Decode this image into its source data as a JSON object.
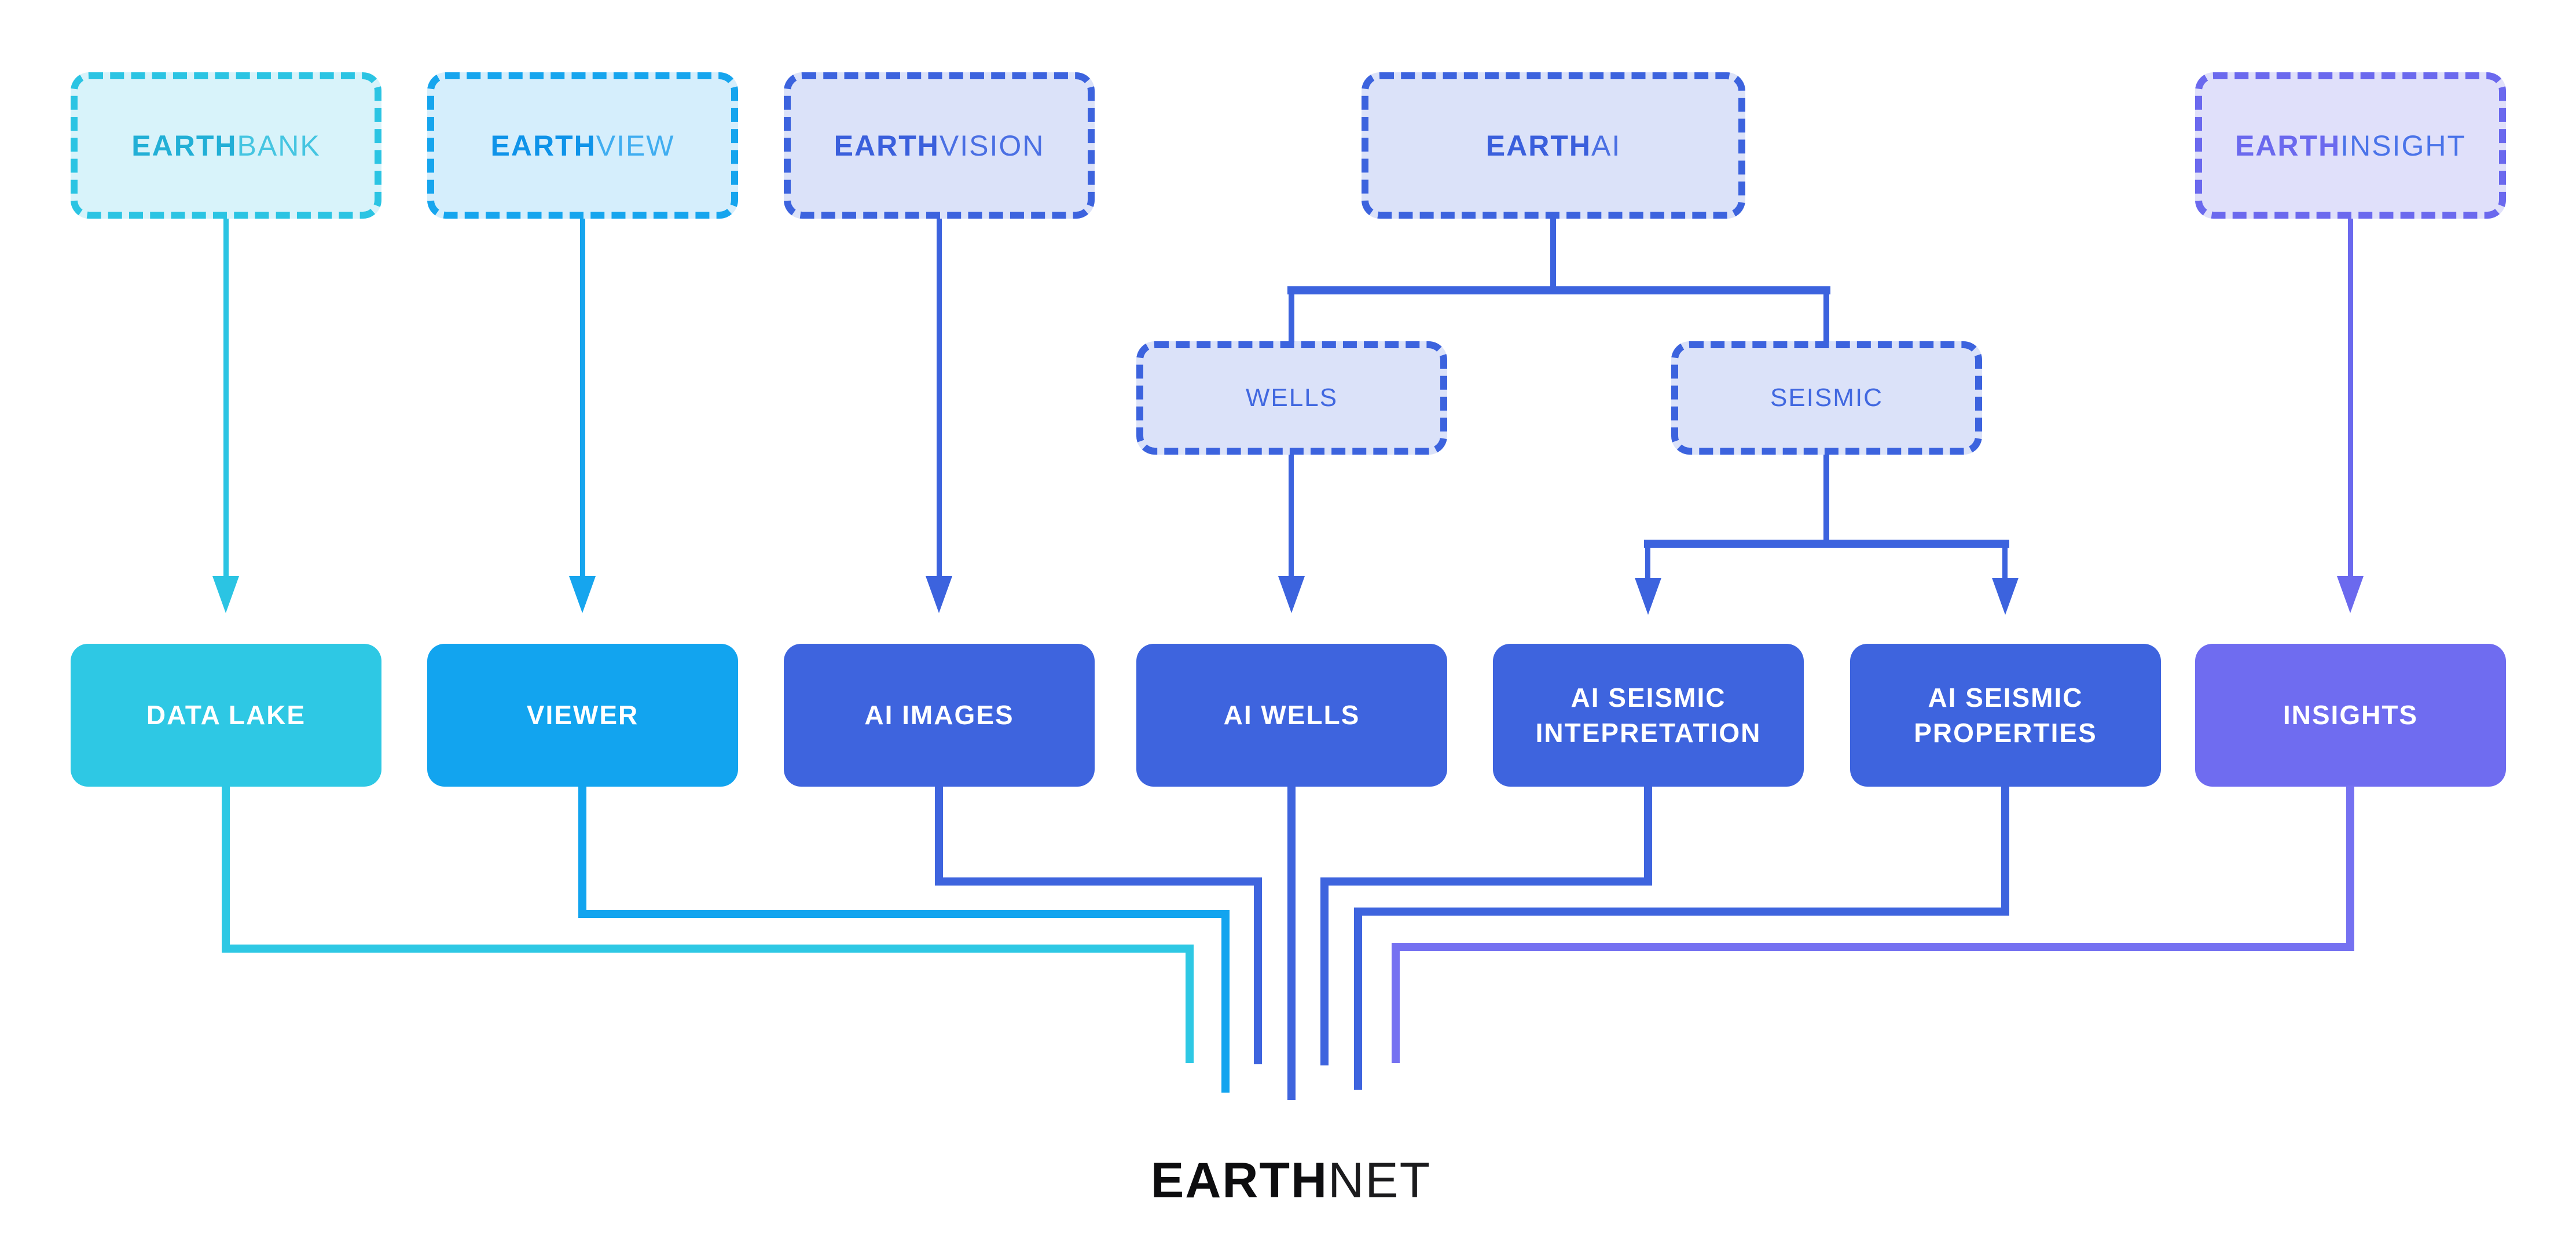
{
  "diagram": {
    "top_boxes": [
      {
        "id": "earthbank",
        "prefix": "EARTH",
        "suffix": "BANK"
      },
      {
        "id": "earthview",
        "prefix": "EARTH",
        "suffix": "VIEW"
      },
      {
        "id": "earthvision",
        "prefix": "EARTH",
        "suffix": "VISION"
      },
      {
        "id": "earthai",
        "prefix": "EARTH",
        "suffix": "AI"
      },
      {
        "id": "earthinsight",
        "prefix": "EARTH",
        "suffix": "INSIGHT"
      }
    ],
    "mid_boxes": [
      {
        "id": "wells",
        "label": "WELLS"
      },
      {
        "id": "seismic",
        "label": "SEISMIC"
      }
    ],
    "solid_boxes": [
      {
        "id": "datalake",
        "label": "DATA LAKE"
      },
      {
        "id": "viewer",
        "label": "VIEWER"
      },
      {
        "id": "ai-images",
        "label": "AI IMAGES"
      },
      {
        "id": "ai-wells",
        "label": "AI WELLS"
      },
      {
        "id": "ai-seismic-intepretation",
        "label": "AI SEISMIC",
        "label2": "INTEPRETATION"
      },
      {
        "id": "ai-seismic-properties",
        "label": "AI SEISMIC",
        "label2": "PROPERTIES"
      },
      {
        "id": "insights",
        "label": "INSIGHTS"
      }
    ],
    "footer": {
      "prefix": "EARTH",
      "suffix": "NET"
    },
    "colors": {
      "background": "#FFFFFF",
      "cyan": {
        "border": "#2BC4E3",
        "fill": "#D8F3FA",
        "text_bold": "#22AFD6",
        "text_light": "#45C5E1",
        "solid": "#2EC8E4"
      },
      "blue": {
        "border": "#16A5EE",
        "fill": "#D5EEFC",
        "text_bold": "#0E93E9",
        "text_light": "#40ADF0",
        "solid": "#12A4EF"
      },
      "royal": {
        "border": "#3C63DE",
        "fill": "#DBE2F9",
        "text_bold": "#3A5FDC",
        "text_light": "#4A6FE3",
        "solid": "#3E64DE",
        "mid_text": "#4168E0"
      },
      "purple": {
        "border": "#6B69EE",
        "fill": "#E0E0FA",
        "text_bold": "#6B69EE",
        "text_light": "#4A73E9",
        "solid": "#6F6CF0",
        "line": "#7571F1"
      },
      "footer_text": "#121214"
    }
  }
}
